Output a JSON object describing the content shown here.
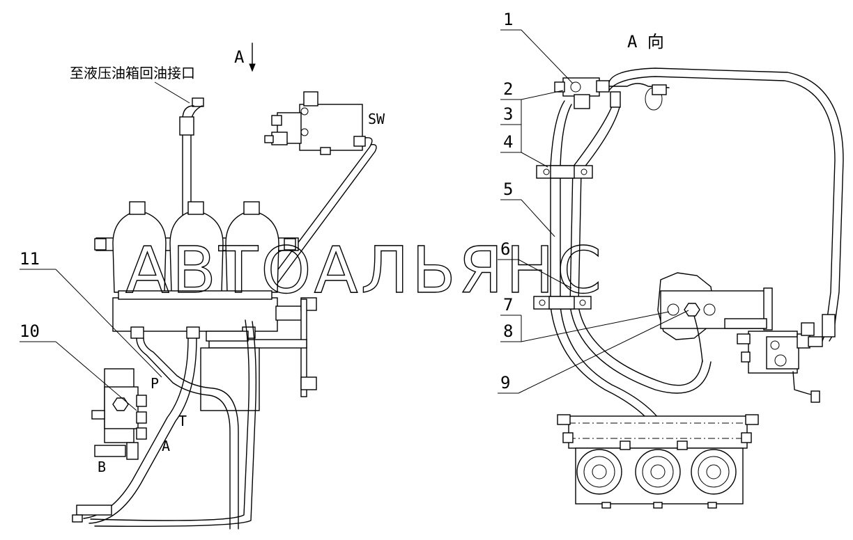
{
  "left_view": {
    "title": "A",
    "note": "至液压油箱回油接口",
    "port_labels": {
      "sw": "SW",
      "p": "P",
      "t": "T",
      "a": "A",
      "b": "B"
    },
    "callouts": {
      "n11": "11",
      "n10": "10"
    }
  },
  "right_view": {
    "title": "A 向",
    "callouts": {
      "n1": "1",
      "n2": "2",
      "n3": "3",
      "n4": "4",
      "n5": "5",
      "n6": "6",
      "n7": "7",
      "n8": "8",
      "n9": "9"
    }
  },
  "watermark": "АВТОАЛЬЯНС"
}
